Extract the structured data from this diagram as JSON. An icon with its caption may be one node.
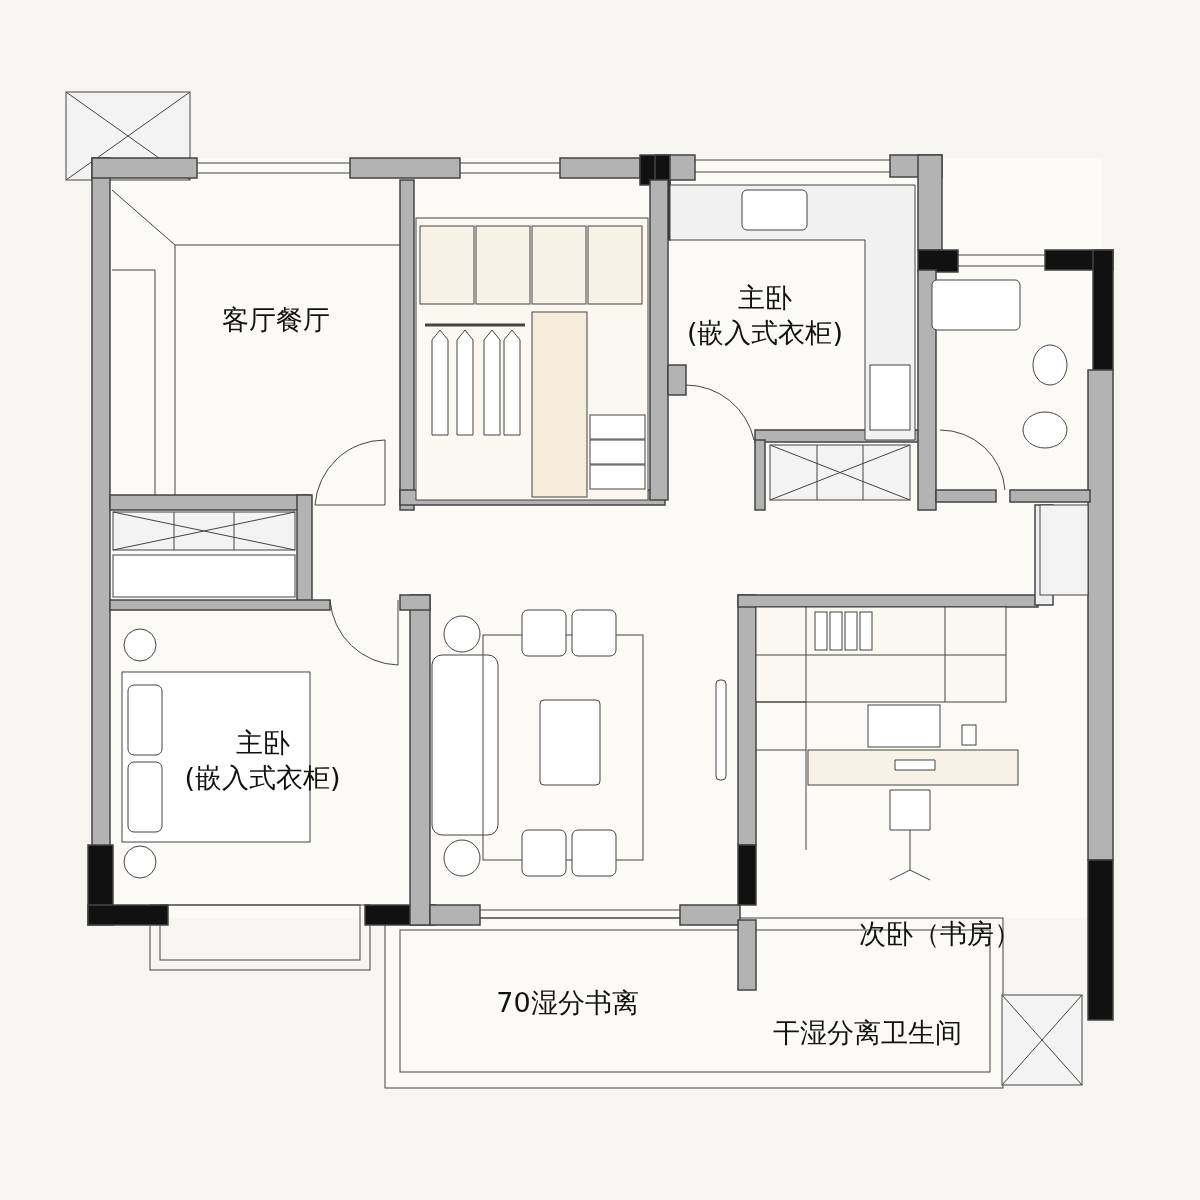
{
  "diagram": {
    "nodes": [
      {
        "text": [
          "客厅餐厅"
        ]
      },
      {
        "text": [
          "主卧",
          "(嵌入式衣柜)"
        ]
      },
      {
        "text": [
          "主卧",
          "(嵌入式衣柜)"
        ]
      },
      {
        "text": [
          "次卧（书房）"
        ]
      },
      {
        "text": [
          "70湿分书离"
        ]
      },
      {
        "text": [
          "干湿分离卫生间"
        ]
      }
    ]
  }
}
